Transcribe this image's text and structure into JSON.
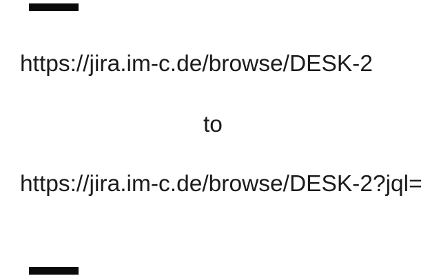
{
  "slide": {
    "background_color": "#ffffff",
    "text_color": "#1b1b1b",
    "artifact_color": "#0a0a0a",
    "source_url": "https://jira.im-c.de/browse/DESK-2",
    "connector": "to",
    "target_url": "https://jira.im-c.de/browse/DESK-2?jql="
  }
}
